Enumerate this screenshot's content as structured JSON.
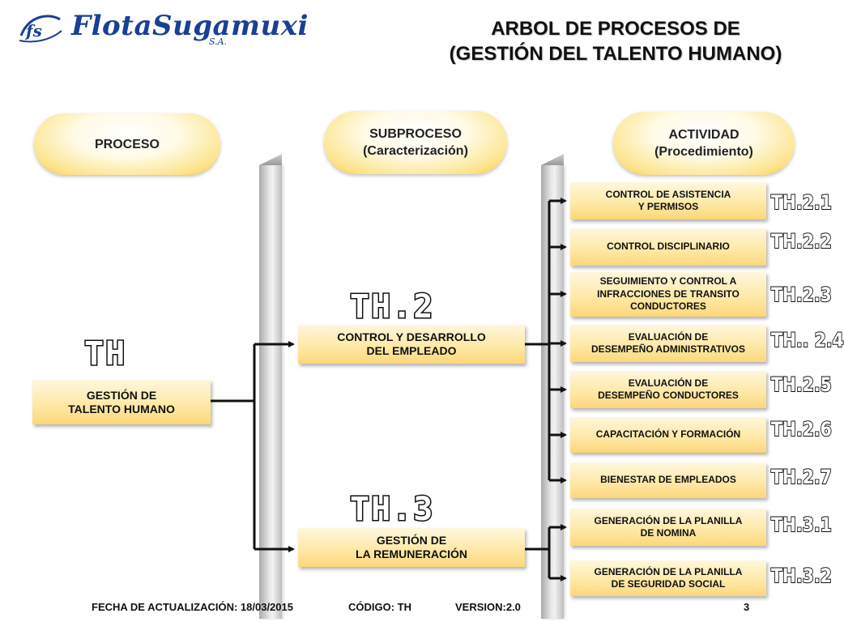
{
  "logo": {
    "mark": "fs",
    "name": "FlotaSugamuxi",
    "suffix": "S.A."
  },
  "title": {
    "line1": "ARBOL DE PROCESOS DE",
    "line2": "(GESTIÓN DEL TALENTO HUMANO)"
  },
  "columns": {
    "proceso": {
      "label": "PROCESO"
    },
    "subproceso": {
      "line1": "SUBPROCESO",
      "line2": "(Caracterización)"
    },
    "actividad": {
      "line1": "ACTIVIDAD",
      "line2": "(Procedimiento)"
    }
  },
  "process": {
    "code": "TH",
    "line1": "GESTIÓN DE",
    "line2": "TALENTO HUMANO"
  },
  "subprocesses": [
    {
      "code": "TH.2",
      "line1": "CONTROL Y DESARROLLO",
      "line2": "DEL EMPLEADO"
    },
    {
      "code": "TH.3",
      "line1": "GESTIÓN DE",
      "line2": "LA REMUNERACIÓN"
    }
  ],
  "activities": [
    {
      "code": "TH.2.1",
      "lines": [
        "CONTROL DE ASISTENCIA",
        "Y PERMISOS"
      ]
    },
    {
      "code": "TH.2.2",
      "lines": [
        "CONTROL DISCIPLINARIO"
      ]
    },
    {
      "code": "TH.2.3",
      "lines": [
        "SEGUIMIENTO Y CONTROL A",
        "INFRACCIONES DE TRANSITO",
        "CONDUCTORES"
      ]
    },
    {
      "code": "TH.. 2.4",
      "lines": [
        "EVALUACIÓN DE",
        "DESEMPEÑO ADMINISTRATIVOS"
      ]
    },
    {
      "code": "TH.2.5",
      "lines": [
        "EVALUACIÓN DE",
        "DESEMPEÑO CONDUCTORES"
      ]
    },
    {
      "code": "TH.2.6",
      "lines": [
        "CAPACITACIÓN Y FORMACIÓN"
      ]
    },
    {
      "code": "TH.2.7",
      "lines": [
        "BIENESTAR DE EMPLEADOS"
      ]
    },
    {
      "code": "TH.3.1",
      "lines": [
        "GENERACIÓN DE LA PLANILLA",
        "DE NOMINA"
      ]
    },
    {
      "code": "TH.3.2",
      "lines": [
        "GENERACIÓN DE LA PLANILLA",
        "DE SEGURIDAD SOCIAL"
      ]
    }
  ],
  "footer": {
    "fecha": "FECHA DE ACTUALIZACIÓN: 18/03/2015",
    "codigo": "CÓDIGO:  TH",
    "version": "VERSION:2.0",
    "page": "3"
  },
  "colors": {
    "brand_blue": "#1a3f96",
    "box_gold": "#fbd77a",
    "line": "#111111"
  }
}
